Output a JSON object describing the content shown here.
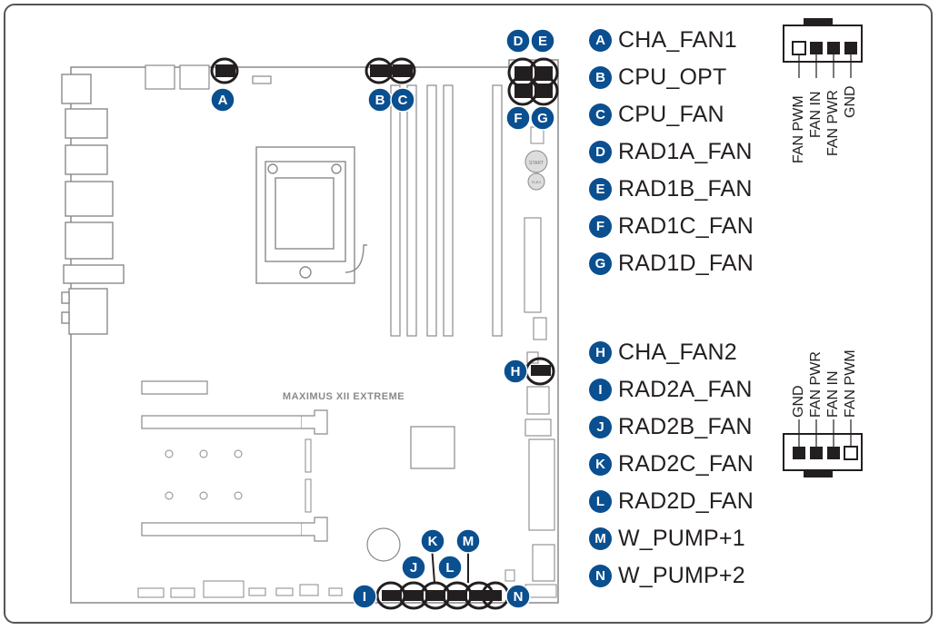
{
  "board": {
    "model": "MAXIMUS XII EXTREME",
    "start_button": "START",
    "flex_button": "FLEX"
  },
  "markers": {
    "a": "A",
    "b": "B",
    "c": "C",
    "d": "D",
    "e": "E",
    "f": "F",
    "g": "G",
    "h": "H",
    "i": "I",
    "j": "J",
    "k": "K",
    "l": "L",
    "m": "M",
    "n": "N"
  },
  "legend": [
    {
      "letter": "A",
      "label": "CHA_FAN1"
    },
    {
      "letter": "B",
      "label": "CPU_OPT"
    },
    {
      "letter": "C",
      "label": "CPU_FAN"
    },
    {
      "letter": "D",
      "label": "RAD1A_FAN"
    },
    {
      "letter": "E",
      "label": "RAD1B_FAN"
    },
    {
      "letter": "F",
      "label": "RAD1C_FAN"
    },
    {
      "letter": "G",
      "label": "RAD1D_FAN"
    },
    {
      "letter": "H",
      "label": "CHA_FAN2"
    },
    {
      "letter": "I",
      "label": "RAD2A_FAN"
    },
    {
      "letter": "J",
      "label": "RAD2B_FAN"
    },
    {
      "letter": "K",
      "label": "RAD2C_FAN"
    },
    {
      "letter": "L",
      "label": "RAD2D_FAN"
    },
    {
      "letter": "M",
      "label": "W_PUMP+1"
    },
    {
      "letter": "N",
      "label": "W_PUMP+2"
    }
  ],
  "pinout_top": [
    "FAN PWM",
    "FAN IN",
    "FAN PWR",
    "GND"
  ],
  "pinout_bottom": [
    "GND",
    "FAN PWR",
    "FAN IN",
    "FAN PWM"
  ],
  "colors": {
    "badge": "#0a4f8f",
    "board_line": "#8a8a8a",
    "connector": "#231f20"
  }
}
